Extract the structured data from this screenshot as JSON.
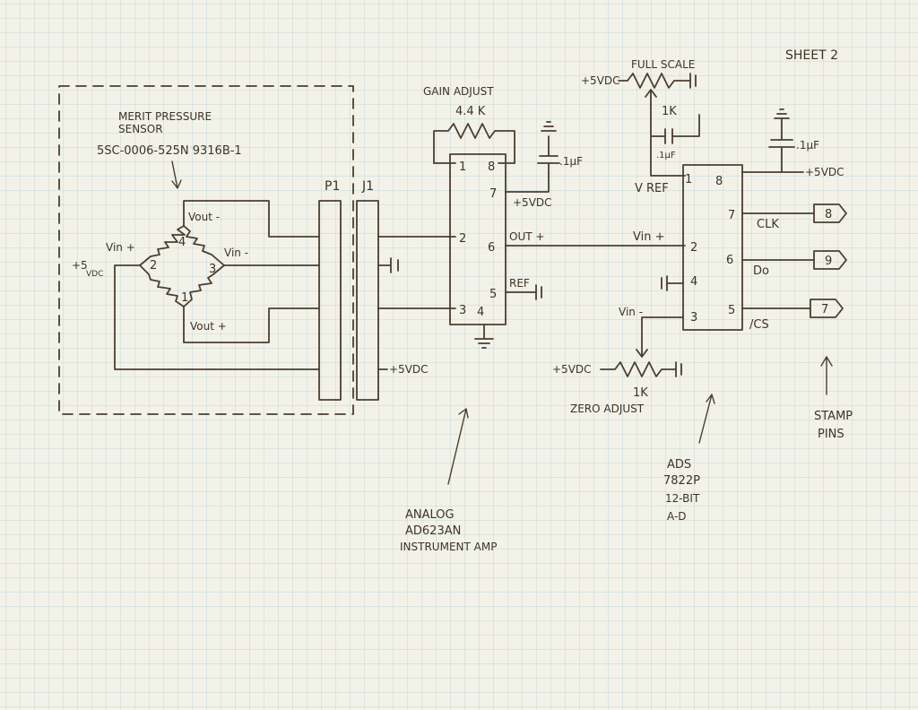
{
  "sheet": "SHEET 2",
  "sensor": {
    "title1": "MERIT PRESSURE",
    "title2": "SENSOR",
    "part": "5SC-0006-525N 9316B-1",
    "vout_neg": "Vout -",
    "vout_pos": "Vout +",
    "vin_pos": "Vin +",
    "vin_neg": "Vin -",
    "supply": "+5",
    "supply_sub": "VDC",
    "pins": [
      "1",
      "2",
      "3",
      "4"
    ]
  },
  "connectors": {
    "p1": "P1",
    "j1": "J1",
    "supply": "+5VDC"
  },
  "amp": {
    "gain_label": "GAIN ADJUST",
    "gain_value": "4.4 K",
    "cap": ".1µF",
    "supply": "+5VDC",
    "out_label": "OUT +",
    "ref_label": "REF",
    "pins": [
      "1",
      "8",
      "7",
      "2",
      "6",
      "5",
      "3",
      "4"
    ],
    "note1": "ANALOG",
    "note2": "AD623AN",
    "note3": "INSTRUMENT AMP"
  },
  "adc": {
    "full_scale": "FULL SCALE",
    "pot_supply": "+5VDC",
    "pot_value": "1K",
    "cap_small": ".1µF",
    "vref": "V REF",
    "vin_pos": "Vin +",
    "vin_neg": "Vin -",
    "cap": ".1µF",
    "supply": "+5VDC",
    "clk": "CLK",
    "do": "Do",
    "cs": "/CS",
    "pins": [
      "1",
      "8",
      "7",
      "2",
      "6",
      "4",
      "3",
      "5"
    ],
    "zero_supply": "+5VDC",
    "zero_value": "1K",
    "zero_label": "ZERO ADJUST",
    "note1": "ADS",
    "note2": "7822P",
    "note3": "12-BIT",
    "note4": "A-D"
  },
  "stamp": {
    "pins": [
      "8",
      "9",
      "7"
    ],
    "label1": "STAMP",
    "label2": "PINS"
  }
}
